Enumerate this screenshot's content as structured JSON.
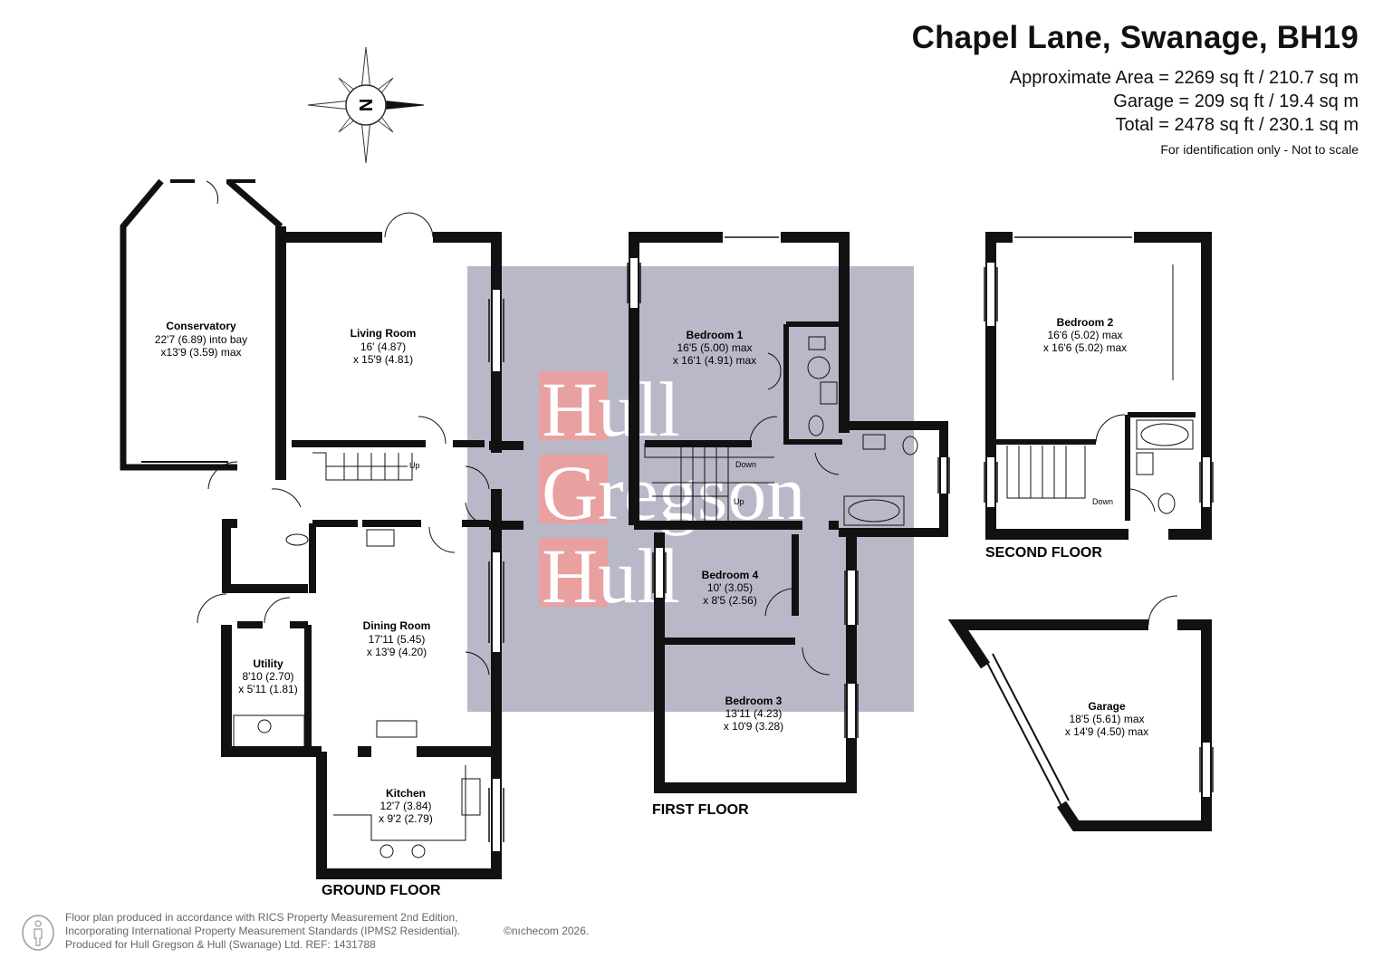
{
  "header": {
    "title": "Chapel Lane, Swanage, BH19",
    "areas": [
      "Approximate Area = 2269 sq ft / 210.7 sq m",
      "Garage = 209 sq ft / 19.4 sq m",
      "Total = 2478 sq ft / 230.1 sq m"
    ],
    "disclaimer": "For identification only - Not to scale"
  },
  "compass": {
    "label": "N"
  },
  "watermark": {
    "lines": [
      "Hull",
      "Gregson",
      "Hull"
    ],
    "initials": [
      "H",
      "G",
      "H"
    ]
  },
  "floors": {
    "ground": "GROUND FLOOR",
    "first": "FIRST FLOOR",
    "second": "SECOND FLOOR"
  },
  "rooms": {
    "conservatory": {
      "name": "Conservatory",
      "dim1": "22'7 (6.89) into bay",
      "dim2": "x13'9 (3.59) max"
    },
    "living_room": {
      "name": "Living Room",
      "dim1": "16' (4.87)",
      "dim2": "x 15'9 (4.81)"
    },
    "dining_room": {
      "name": "Dining Room",
      "dim1": "17'11 (5.45)",
      "dim2": "x 13'9 (4.20)"
    },
    "utility": {
      "name": "Utility",
      "dim1": "8'10 (2.70)",
      "dim2": "x 5'11 (1.81)"
    },
    "kitchen": {
      "name": "Kitchen",
      "dim1": "12'7 (3.84)",
      "dim2": "x 9'2 (2.79)"
    },
    "bedroom1": {
      "name": "Bedroom 1",
      "dim1": "16'5 (5.00) max",
      "dim2": "x 16'1 (4.91) max"
    },
    "bedroom4": {
      "name": "Bedroom 4",
      "dim1": "10' (3.05)",
      "dim2": "x 8'5 (2.56)"
    },
    "bedroom3": {
      "name": "Bedroom 3",
      "dim1": "13'11 (4.23)",
      "dim2": "x 10'9 (3.28)"
    },
    "bedroom2": {
      "name": "Bedroom 2",
      "dim1": "16'6 (5.02) max",
      "dim2": "x 16'6 (5.02) max"
    },
    "garage": {
      "name": "Garage",
      "dim1": "18'5 (5.61) max",
      "dim2": "x 14'9 (4.50) max"
    }
  },
  "stairs": {
    "up": "Up",
    "down": "Down"
  },
  "footer": {
    "lines": [
      "Floor plan produced in accordance with RICS Property Measurement 2nd Edition,",
      "Incorporating International Property Measurement Standards (IPMS2 Residential).",
      "Produced for Hull Gregson & Hull (Swanage) Ltd.   REF:  1431788"
    ],
    "brand": "©nıchecom 2026."
  },
  "colors": {
    "wall": "#111111",
    "watermark_bg": "#b8b8c8",
    "watermark_red": "#e8a0a0",
    "watermark_letter": "#ffffff"
  }
}
